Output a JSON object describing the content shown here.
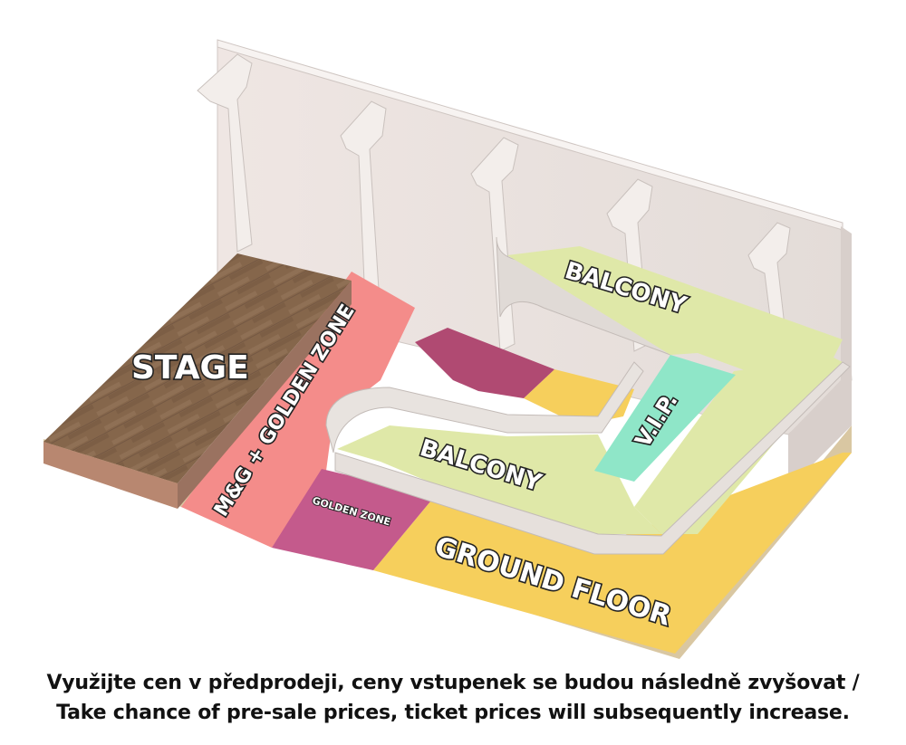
{
  "zones": {
    "stage": {
      "label": "STAGE",
      "color": "#8a6b50"
    },
    "mg_golden": {
      "label": "M&G + GOLDEN ZONE",
      "color": "#f48c8a"
    },
    "golden": {
      "label": "GOLDEN ZONE",
      "color": "#c45a8c"
    },
    "ground_floor": {
      "label": "GROUND FLOOR",
      "color": "#f6cf5c"
    },
    "vip": {
      "label": "V.I.P.",
      "color": "#8fe6c8"
    },
    "balcony_upper": {
      "label": "BALCONY",
      "color": "#dfe8a8"
    },
    "balcony_lower": {
      "label": "BALCONY",
      "color": "#dfe8a8"
    }
  },
  "caption": {
    "line1": "Využijte cen v předprodeji, ceny vstupenek se budou následně zvyšovat /",
    "line2": "Take chance of pre-sale prices, ticket prices will subsequently increase."
  }
}
